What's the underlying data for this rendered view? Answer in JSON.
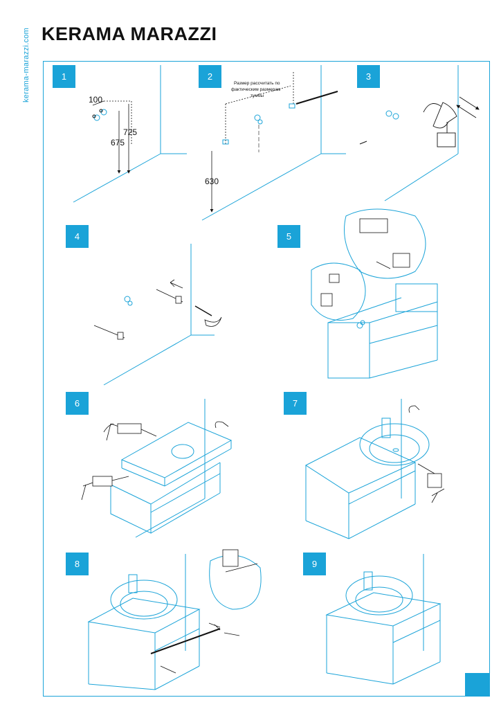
{
  "brand": "KERAMA MARAZZI",
  "website": "kerama-marazzi.com",
  "accent_color": "#1aa3d8",
  "steps": [
    {
      "number": "1"
    },
    {
      "number": "2"
    },
    {
      "number": "3"
    },
    {
      "number": "4"
    },
    {
      "number": "5"
    },
    {
      "number": "6"
    },
    {
      "number": "7"
    },
    {
      "number": "8"
    },
    {
      "number": "9"
    }
  ],
  "step1": {
    "dim_100": "100",
    "dim_725": "725",
    "dim_675": "675"
  },
  "step2": {
    "note_line1": "Размер рассчитать по",
    "note_line2": "фактическим размерам",
    "note_line3": "тумбы",
    "dim_630": "630"
  }
}
